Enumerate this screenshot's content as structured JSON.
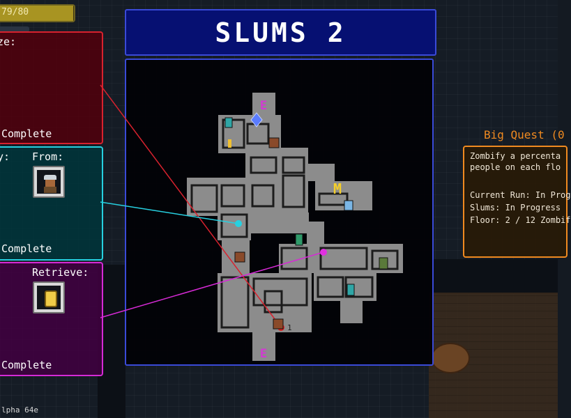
{
  "level": {
    "title": "SLUMS 2"
  },
  "health": {
    "text": "79/80",
    "fraction": 0.9875
  },
  "quests": [
    {
      "heading": "ze:",
      "status": "Complete"
    },
    {
      "heading": "y:",
      "from_label": "From:",
      "status": "Complete"
    },
    {
      "heading": "",
      "retrieve_label": "Retrieve:",
      "status": "Complete"
    }
  ],
  "map": {
    "marker_E_top": "E",
    "marker_E_bottom": "E",
    "marker_M": "M",
    "marker_number": "1"
  },
  "big_quest": {
    "title": "Big Quest (0",
    "lines": [
      "Zombify a percenta",
      "people on each flo",
      "",
      "Current Run: In Prog",
      "Slums: In Progress",
      "Floor: 2 / 12 Zombif"
    ]
  },
  "version": "lpha 64e",
  "colors": {
    "quest_red": "#d8222e",
    "quest_cyan": "#27d0e0",
    "quest_magenta": "#d62ad6",
    "title_bg": "#061072",
    "map_border": "#3a4ad8",
    "big_quest": "#f08a20",
    "marker_E": "#d23ad2",
    "marker_M": "#f5cf2a"
  }
}
